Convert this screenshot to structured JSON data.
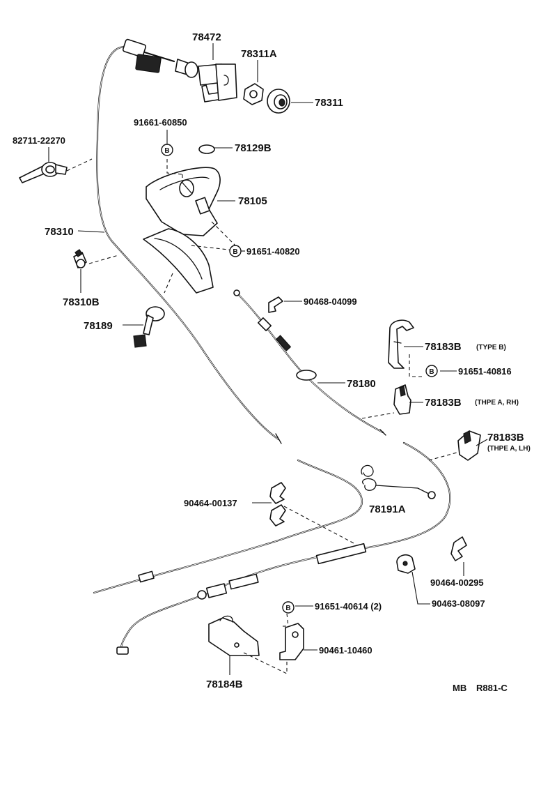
{
  "labels": {
    "p78472": "78472",
    "p78311A": "78311A",
    "p78311": "78311",
    "p91661": "91661-60850",
    "p78129B": "78129B",
    "p82711": "82711-22270",
    "p78105": "78105",
    "p78310": "78310",
    "p91651_40820": "91651-40820",
    "p78310B": "78310B",
    "p90468": "90468-04099",
    "p78189": "78189",
    "p78183B_b": "78183B",
    "type_b": "(TYPE B)",
    "p91651_40816": "91651-40816",
    "p78180": "78180",
    "p78183B_a_rh": "78183B",
    "type_a_rh": "(THPE A, RH)",
    "p78183B_a_lh": "78183B",
    "type_a_lh": "(THPE A, LH)",
    "p90464_00137": "90464-00137",
    "p78191A": "78191A",
    "p90464_00295": "90464-00295",
    "p90463": "90463-08097",
    "p91651_40614": "91651-40614 (2)",
    "p90461": "90461-10460",
    "p78184B": "78184B",
    "code_mb": "MB",
    "code_ref": "R881-C"
  },
  "bolt_marker": "B",
  "icons": [
    "bolt-b-icon",
    "cable-clamp-icon",
    "clip-icon",
    "bracket-icon",
    "spring-icon",
    "grommet-icon",
    "nut-icon",
    "lever-icon",
    "knob-icon"
  ]
}
